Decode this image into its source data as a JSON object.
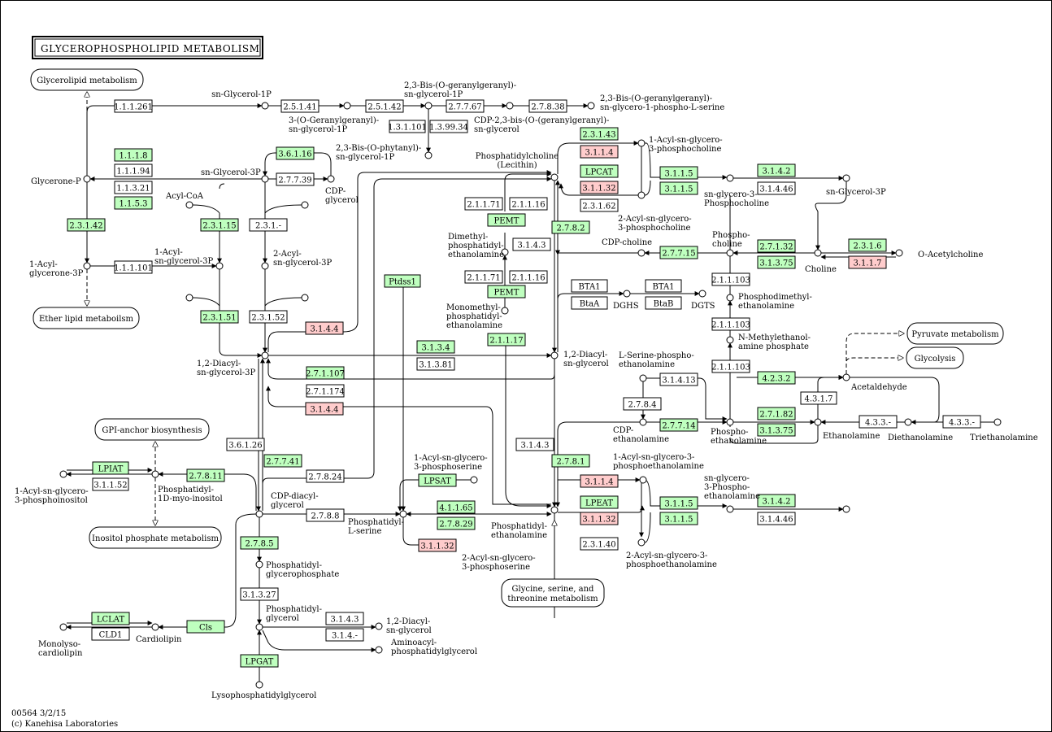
{
  "title": "GLYCEROPHOSPHOLIPID METABOLISM",
  "footer": [
    "00564 3/2/15",
    "(c) Kanehisa Laboratories"
  ],
  "colors": {
    "found": "#bfffbf",
    "high": "#ffcccc",
    "none": "#ffffff",
    "line": "#000000"
  },
  "maps": [
    "Glycerolipid metabolism",
    "Ether lipid metaboilsm",
    "GPI-anchor biosynthesis",
    "Inositol phosphate metabolism",
    "Glycine, serine, and threonine metabolism",
    "Pyruvate metabolism",
    "Glycolysis"
  ],
  "compounds": [
    [
      "sn-Glycerol-1P"
    ],
    [
      "3-(O-Geranylgeranyl)-",
      "sn-glycerol-1P"
    ],
    [
      "2,3-Bis-(O-geranylgeranyl)-",
      "sn-glycerol-1P"
    ],
    [
      "CDP-2,3-bis-(O-(geranylgeranyl)-",
      "sn-glycerol"
    ],
    [
      "2,3-Bis-(O-geranylgeranyl)-",
      "sn-glycero-1-phospho-L-serine"
    ],
    [
      "2,3-Bis-(O-phytanyl)-",
      "sn-glycerol-1P"
    ],
    [
      "Glycerone-P"
    ],
    [
      "sn-Glycerol-3P"
    ],
    [
      "Acyl-CoA"
    ],
    [
      "CDP-",
      "glycerol"
    ],
    [
      "1-Acyl-",
      "glycerone-3P"
    ],
    [
      "1-Acyl-",
      "sn-glycerol-3P"
    ],
    [
      "2-Acyl-",
      "sn-glycerol-3P"
    ],
    [
      "1,2-Diacyl-",
      "sn-glycerol-3P"
    ],
    [
      "Phosphatidylcholine",
      "(Lecithin)"
    ],
    [
      "1-Acyl-sn-glycero-",
      "3-phosphocholine"
    ],
    [
      "sn-glycero-3-",
      "Phosphocholine"
    ],
    [
      "sn-Glycerol-3P"
    ],
    [
      "2-Acyl-sn-glycero-",
      "3-phosphocholine"
    ],
    [
      "CDP-choline"
    ],
    [
      "Phospho-",
      "choline"
    ],
    [
      "Choline"
    ],
    [
      "O-Acetylcholine"
    ],
    [
      "Dimethyl-",
      "phosphatidyl-",
      "ethanolamine"
    ],
    [
      "Monomethyl-",
      "phosphatidyl-",
      "ethanolamine"
    ],
    [
      "1,2-Diacyl-",
      "sn-glycerol"
    ],
    [
      "DGHS"
    ],
    [
      "DGTS"
    ],
    [
      "Phosphodimethyl-",
      "ethanolamine"
    ],
    [
      "N-Methylethanol-",
      "amine phosphate"
    ],
    [
      "L-Serine-phospho-",
      "ethanolamine"
    ],
    [
      "Acetaldehyde"
    ],
    [
      "Ethanolamine"
    ],
    [
      "Diethanolamine"
    ],
    [
      "Triethanolamine"
    ],
    [
      "CDP-",
      "ethanolamine"
    ],
    [
      "Phospho-",
      "ethanolamine"
    ],
    [
      "1-Acyl-sn-glycero-3-",
      "phosphoethanolamine"
    ],
    [
      "sn-glycero-",
      "3-Phospho-",
      "ethanolamine"
    ],
    [
      "Phosphatidyl-",
      "ethanolamine"
    ],
    [
      "2-Acyl-sn-glycero-3-",
      "phosphoethanolamine"
    ],
    [
      "1-Acyl-sn-glycero-",
      "3-phosphoserine"
    ],
    [
      "Phosphatidyl-",
      "L-serine"
    ],
    [
      "2-Acyl-sn-glycero-",
      "3-phosphoserine"
    ],
    [
      "CDP-diacyl-",
      "glycerol"
    ],
    [
      "Phosphatidyl-",
      "1D-myo-inositol"
    ],
    [
      "1-Acyl-sn-glycero-",
      "3-phosphoinositol"
    ],
    [
      "Phosphatidyl-",
      "glycerophosphate"
    ],
    [
      "Phosphatidyl-",
      "glycerol"
    ],
    [
      "1,2-Diacyl-",
      "sn-glycerol"
    ],
    [
      "Aminoacyl-",
      "phosphatidylglycerol"
    ],
    [
      "Cardiolipin"
    ],
    [
      "Monolyso-",
      "cardiolipin"
    ],
    [
      "Lysophosphatidylglycerol"
    ]
  ],
  "enzymes": [
    {
      "l": "1.1.1.261",
      "s": "none"
    },
    {
      "l": "2.5.1.41",
      "s": "none"
    },
    {
      "l": "2.5.1.42",
      "s": "none"
    },
    {
      "l": "2.7.7.67",
      "s": "none"
    },
    {
      "l": "2.7.8.38",
      "s": "none"
    },
    {
      "l": "1.3.1.101",
      "s": "none"
    },
    {
      "l": "1.3.99.34",
      "s": "none"
    },
    {
      "l": "1.1.1.8",
      "s": "found"
    },
    {
      "l": "1.1.1.94",
      "s": "none"
    },
    {
      "l": "1.1.3.21",
      "s": "none"
    },
    {
      "l": "1.1.5.3",
      "s": "found"
    },
    {
      "l": "3.6.1.16",
      "s": "found"
    },
    {
      "l": "2.7.7.39",
      "s": "none"
    },
    {
      "l": "2.3.1.42",
      "s": "found"
    },
    {
      "l": "2.3.1.15",
      "s": "found"
    },
    {
      "l": "2.3.1.-",
      "s": "none"
    },
    {
      "l": "1.1.1.101",
      "s": "none"
    },
    {
      "l": "2.3.1.51",
      "s": "found"
    },
    {
      "l": "2.3.1.52",
      "s": "none"
    },
    {
      "l": "3.1.4.4",
      "s": "high"
    },
    {
      "l": "Ptdss1",
      "s": "found"
    },
    {
      "l": "2.3.1.43",
      "s": "found"
    },
    {
      "l": "3.1.1.4",
      "s": "high"
    },
    {
      "l": "LPCAT",
      "s": "found"
    },
    {
      "l": "3.1.1.32",
      "s": "high"
    },
    {
      "l": "2.3.1.62",
      "s": "none"
    },
    {
      "l": "3.1.1.5",
      "s": "found"
    },
    {
      "l": "3.1.1.5",
      "s": "found"
    },
    {
      "l": "3.1.4.2",
      "s": "found"
    },
    {
      "l": "3.1.4.46",
      "s": "none"
    },
    {
      "l": "2.1.1.71",
      "s": "none"
    },
    {
      "l": "2.1.1.16",
      "s": "none"
    },
    {
      "l": "PEMT",
      "s": "found"
    },
    {
      "l": "2.7.8.2",
      "s": "found"
    },
    {
      "l": "3.1.4.3",
      "s": "none"
    },
    {
      "l": "2.1.1.71",
      "s": "none"
    },
    {
      "l": "2.1.1.16",
      "s": "none"
    },
    {
      "l": "PEMT",
      "s": "found"
    },
    {
      "l": "2.1.1.17",
      "s": "found"
    },
    {
      "l": "2.7.7.15",
      "s": "found"
    },
    {
      "l": "2.7.1.32",
      "s": "found"
    },
    {
      "l": "3.1.3.75",
      "s": "found"
    },
    {
      "l": "2.3.1.6",
      "s": "found"
    },
    {
      "l": "3.1.1.7",
      "s": "high"
    },
    {
      "l": "BTA1",
      "s": "none"
    },
    {
      "l": "BtaA",
      "s": "none"
    },
    {
      "l": "BTA1",
      "s": "none"
    },
    {
      "l": "BtaB",
      "s": "none"
    },
    {
      "l": "2.1.1.103",
      "s": "none"
    },
    {
      "l": "2.1.1.103",
      "s": "none"
    },
    {
      "l": "2.1.1.103",
      "s": "none"
    },
    {
      "l": "3.1.3.4",
      "s": "found"
    },
    {
      "l": "3.1.3.81",
      "s": "none"
    },
    {
      "l": "2.7.1.107",
      "s": "found"
    },
    {
      "l": "2.7.1.174",
      "s": "none"
    },
    {
      "l": "3.1.4.4",
      "s": "high"
    },
    {
      "l": "3.1.4.13",
      "s": "none"
    },
    {
      "l": "2.7.8.4",
      "s": "none"
    },
    {
      "l": "2.7.7.14",
      "s": "found"
    },
    {
      "l": "4.2.3.2",
      "s": "found"
    },
    {
      "l": "4.3.1.7",
      "s": "none"
    },
    {
      "l": "2.7.1.82",
      "s": "found"
    },
    {
      "l": "3.1.3.75",
      "s": "found"
    },
    {
      "l": "4.3.3.-",
      "s": "none"
    },
    {
      "l": "4.3.3.-",
      "s": "none"
    },
    {
      "l": "3.6.1.26",
      "s": "none"
    },
    {
      "l": "2.7.7.41",
      "s": "found"
    },
    {
      "l": "2.7.8.24",
      "s": "none"
    },
    {
      "l": "2.7.8.11",
      "s": "found"
    },
    {
      "l": "LPIAT",
      "s": "found"
    },
    {
      "l": "3.1.1.52",
      "s": "none"
    },
    {
      "l": "LPSAT",
      "s": "found"
    },
    {
      "l": "4.1.1.65",
      "s": "found"
    },
    {
      "l": "2.7.8.29",
      "s": "found"
    },
    {
      "l": "2.7.8.8",
      "s": "none"
    },
    {
      "l": "3.1.1.32",
      "s": "high"
    },
    {
      "l": "3.1.4.3",
      "s": "none"
    },
    {
      "l": "2.7.8.1",
      "s": "found"
    },
    {
      "l": "3.1.1.4",
      "s": "high"
    },
    {
      "l": "LPEAT",
      "s": "found"
    },
    {
      "l": "3.1.1.32",
      "s": "high"
    },
    {
      "l": "2.3.1.40",
      "s": "none"
    },
    {
      "l": "3.1.1.5",
      "s": "found"
    },
    {
      "l": "3.1.1.5",
      "s": "found"
    },
    {
      "l": "3.1.4.2",
      "s": "found"
    },
    {
      "l": "3.1.4.46",
      "s": "none"
    },
    {
      "l": "2.7.8.5",
      "s": "found"
    },
    {
      "l": "3.1.3.27",
      "s": "none"
    },
    {
      "l": "3.1.4.3",
      "s": "none"
    },
    {
      "l": "3.1.4.-",
      "s": "none"
    },
    {
      "l": "LCLAT",
      "s": "found"
    },
    {
      "l": "CLD1",
      "s": "none"
    },
    {
      "l": "Cls",
      "s": "found"
    },
    {
      "l": "LPGAT",
      "s": "found"
    }
  ]
}
